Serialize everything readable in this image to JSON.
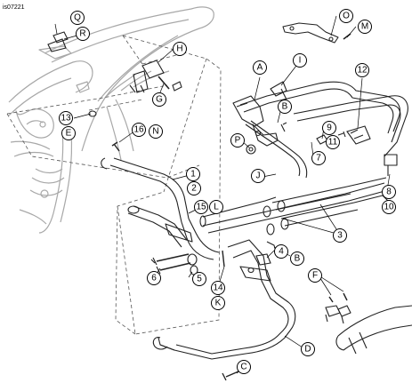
{
  "figure_id": "is07221",
  "callouts": [
    {
      "key": "Q",
      "label": "Q"
    },
    {
      "key": "R",
      "label": "R"
    },
    {
      "key": "H",
      "label": "H"
    },
    {
      "key": "G",
      "label": "G"
    },
    {
      "key": "13",
      "label": "13"
    },
    {
      "key": "E",
      "label": "E"
    },
    {
      "key": "16",
      "label": "16"
    },
    {
      "key": "N",
      "label": "N"
    },
    {
      "key": "1",
      "label": "1"
    },
    {
      "key": "2",
      "label": "2"
    },
    {
      "key": "15",
      "label": "15"
    },
    {
      "key": "L",
      "label": "L"
    },
    {
      "key": "3",
      "label": "3"
    },
    {
      "key": "4",
      "label": "4"
    },
    {
      "key": "5",
      "label": "5"
    },
    {
      "key": "6",
      "label": "6"
    },
    {
      "key": "14",
      "label": "14"
    },
    {
      "key": "K",
      "label": "K"
    },
    {
      "key": "A",
      "label": "A"
    },
    {
      "key": "I",
      "label": "I"
    },
    {
      "key": "B1",
      "label": "B"
    },
    {
      "key": "P",
      "label": "P"
    },
    {
      "key": "J",
      "label": "J"
    },
    {
      "key": "O",
      "label": "O"
    },
    {
      "key": "M",
      "label": "M"
    },
    {
      "key": "12",
      "label": "12"
    },
    {
      "key": "9",
      "label": "9"
    },
    {
      "key": "11",
      "label": "11"
    },
    {
      "key": "7",
      "label": "7"
    },
    {
      "key": "8",
      "label": "8"
    },
    {
      "key": "10",
      "label": "10"
    },
    {
      "key": "B2",
      "label": "B"
    },
    {
      "key": "F",
      "label": "F"
    },
    {
      "key": "D",
      "label": "D"
    },
    {
      "key": "C",
      "label": "C"
    }
  ]
}
